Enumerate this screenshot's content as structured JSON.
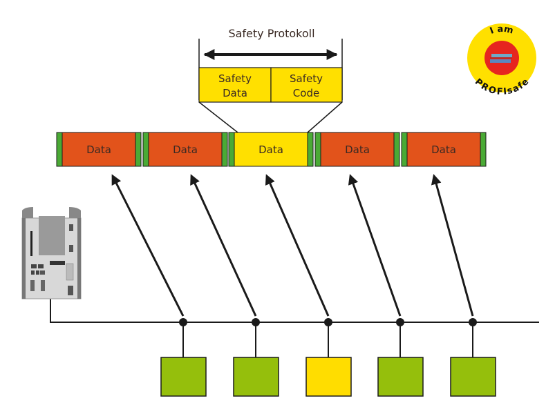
{
  "protocol": {
    "title": "Safety Protokoll",
    "fields": [
      {
        "line1": "Safety",
        "line2": "Data"
      },
      {
        "line1": "Safety",
        "line2": "Code"
      }
    ]
  },
  "frames": [
    {
      "label": "Data",
      "type": "standard"
    },
    {
      "label": "Data",
      "type": "standard"
    },
    {
      "label": "Data",
      "type": "safety"
    },
    {
      "label": "Data",
      "type": "standard"
    },
    {
      "label": "Data",
      "type": "standard"
    }
  ],
  "devices": [
    {
      "type": "standard"
    },
    {
      "type": "standard"
    },
    {
      "type": "safety"
    },
    {
      "type": "standard"
    },
    {
      "type": "standard"
    }
  ],
  "badge": {
    "top_text": "I am",
    "bottom_text": "PROFIsafe"
  },
  "colors": {
    "standard_frame": "#e2531b",
    "safety_frame": "#ffe000",
    "frame_border": "#4aaa35",
    "standard_device": "#95bf0c",
    "safety_device": "#ffdd00",
    "badge_outer": "#ffe000",
    "badge_inner": "#e6251f",
    "line": "#1a1a1a"
  }
}
